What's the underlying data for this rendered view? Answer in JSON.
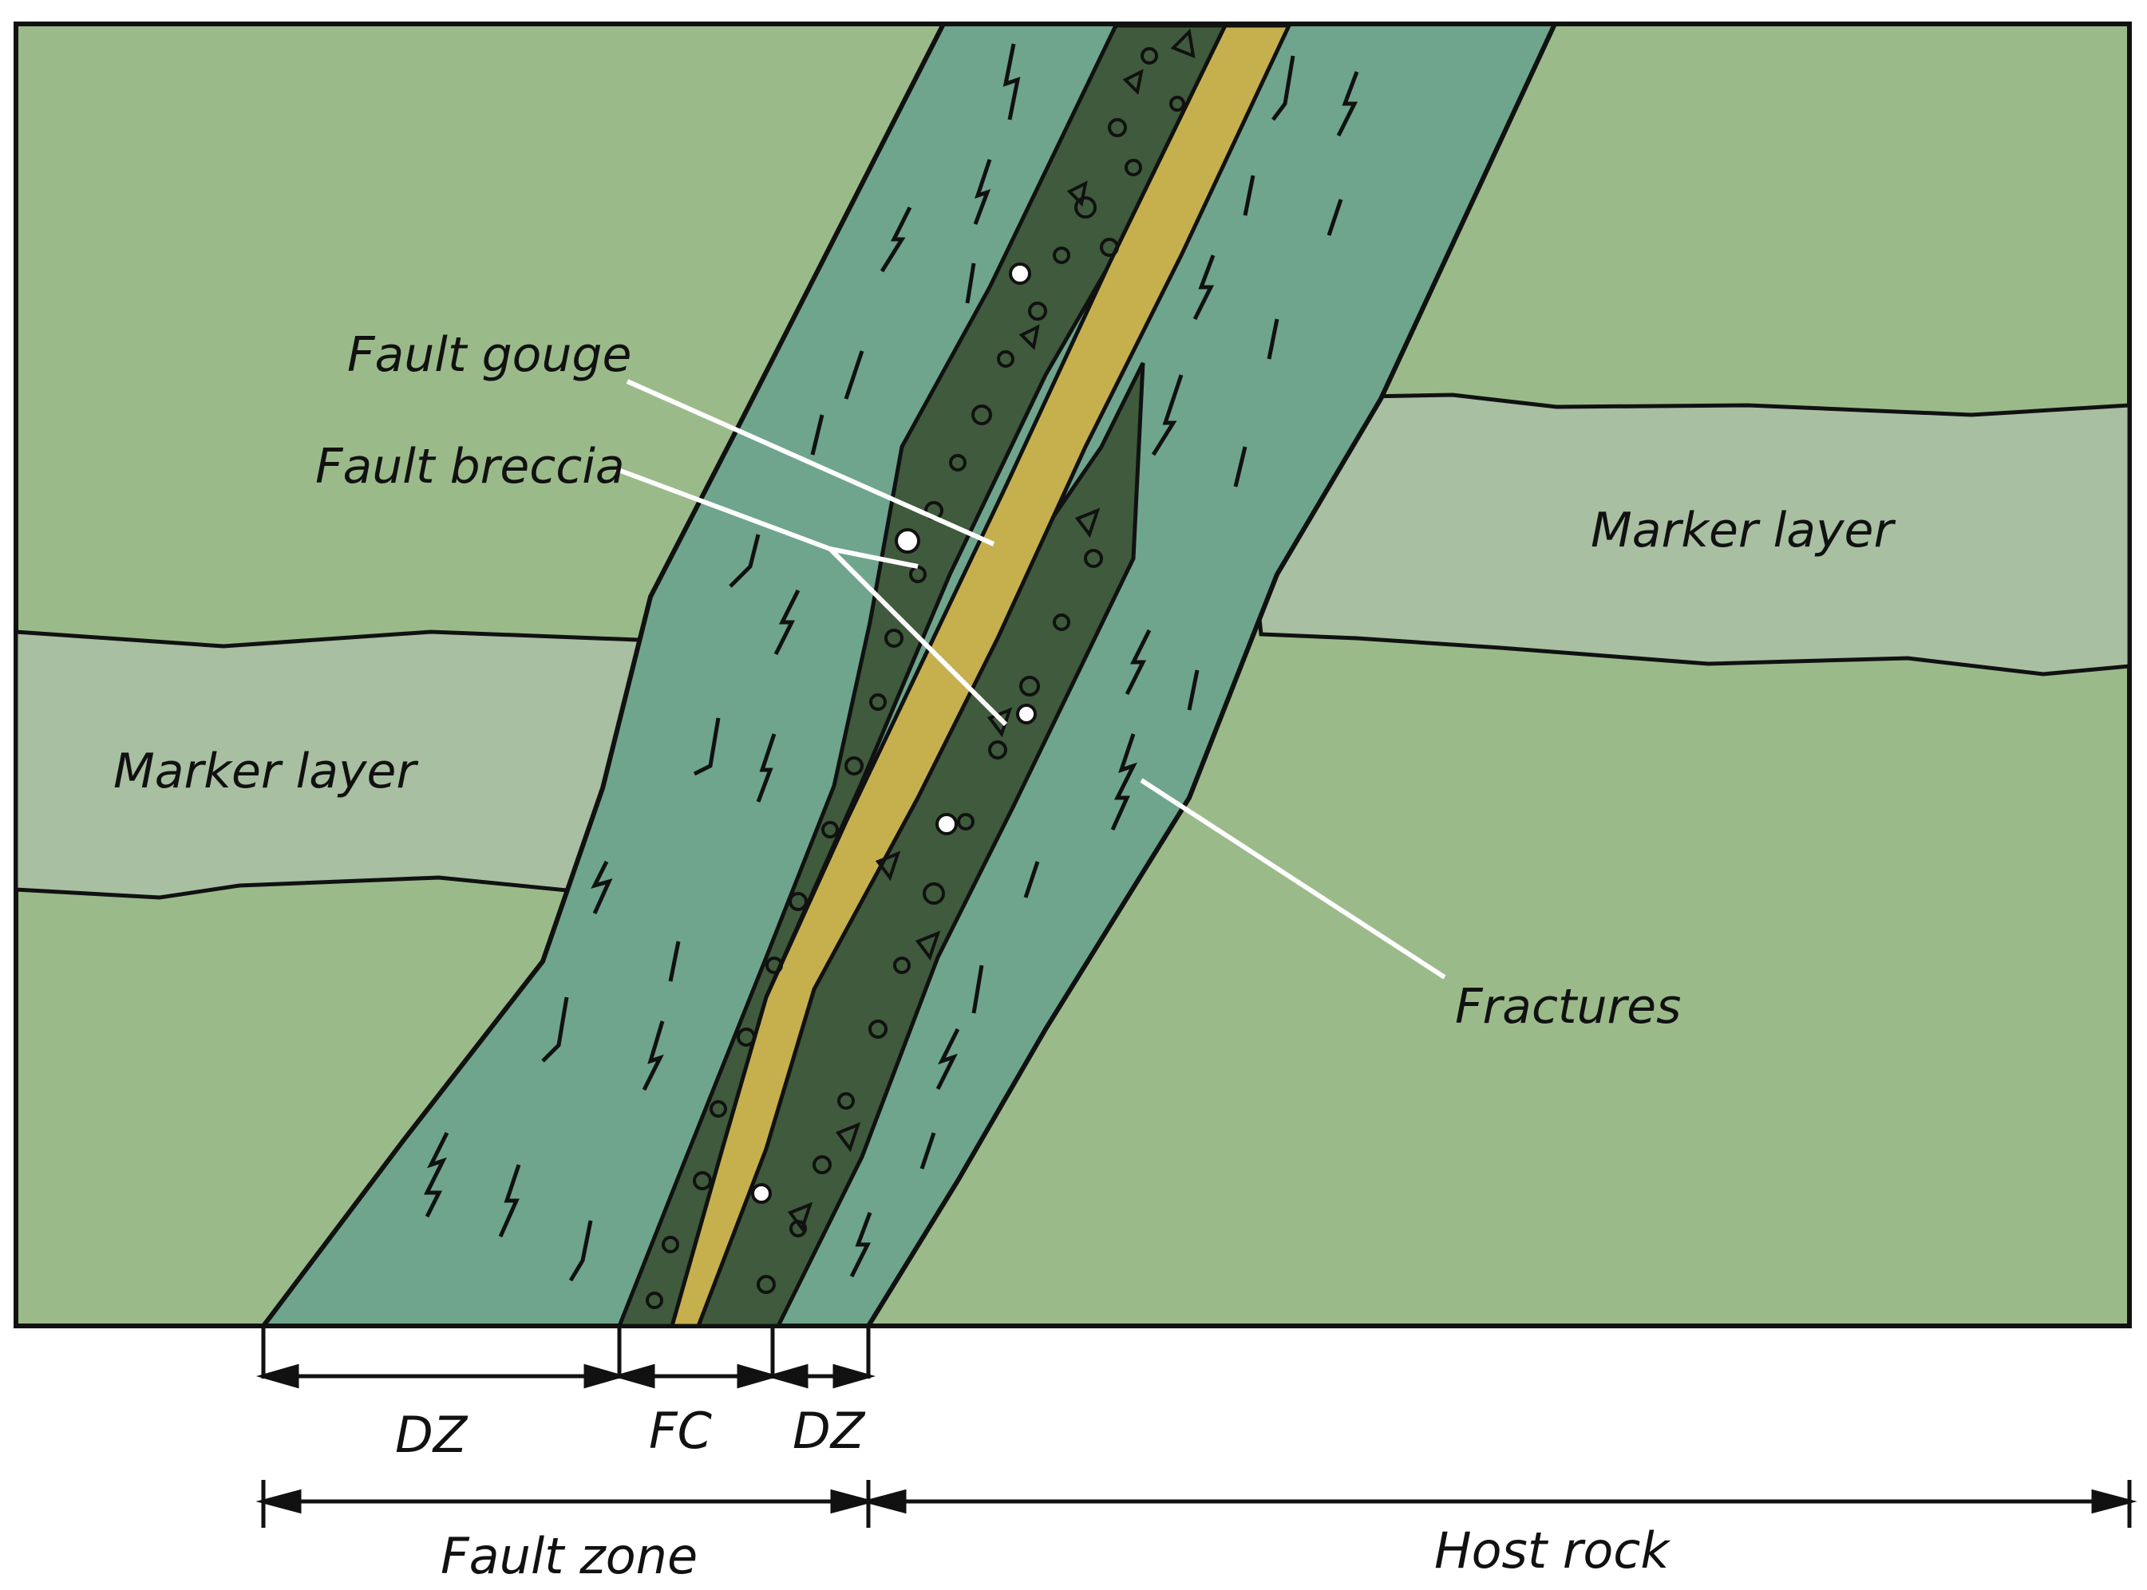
{
  "colors": {
    "host_rock": "#9bba8a",
    "marker_layer": "#a8bfa2",
    "damage_zone": "#6fa58d",
    "fault_breccia": "#3f5a3c",
    "fault_gouge": "#c6b04e",
    "outline": "#111111",
    "leader_line": "#ffffff"
  },
  "labels": {
    "fault_gouge": "Fault gouge",
    "fault_breccia": "Fault breccia",
    "marker_layer_left": "Marker layer",
    "marker_layer_right": "Marker layer",
    "fractures": "Fractures",
    "dz_left": "DZ",
    "fc": "FC",
    "dz_right": "DZ",
    "fault_zone": "Fault zone",
    "host_rock": "Host rock"
  }
}
